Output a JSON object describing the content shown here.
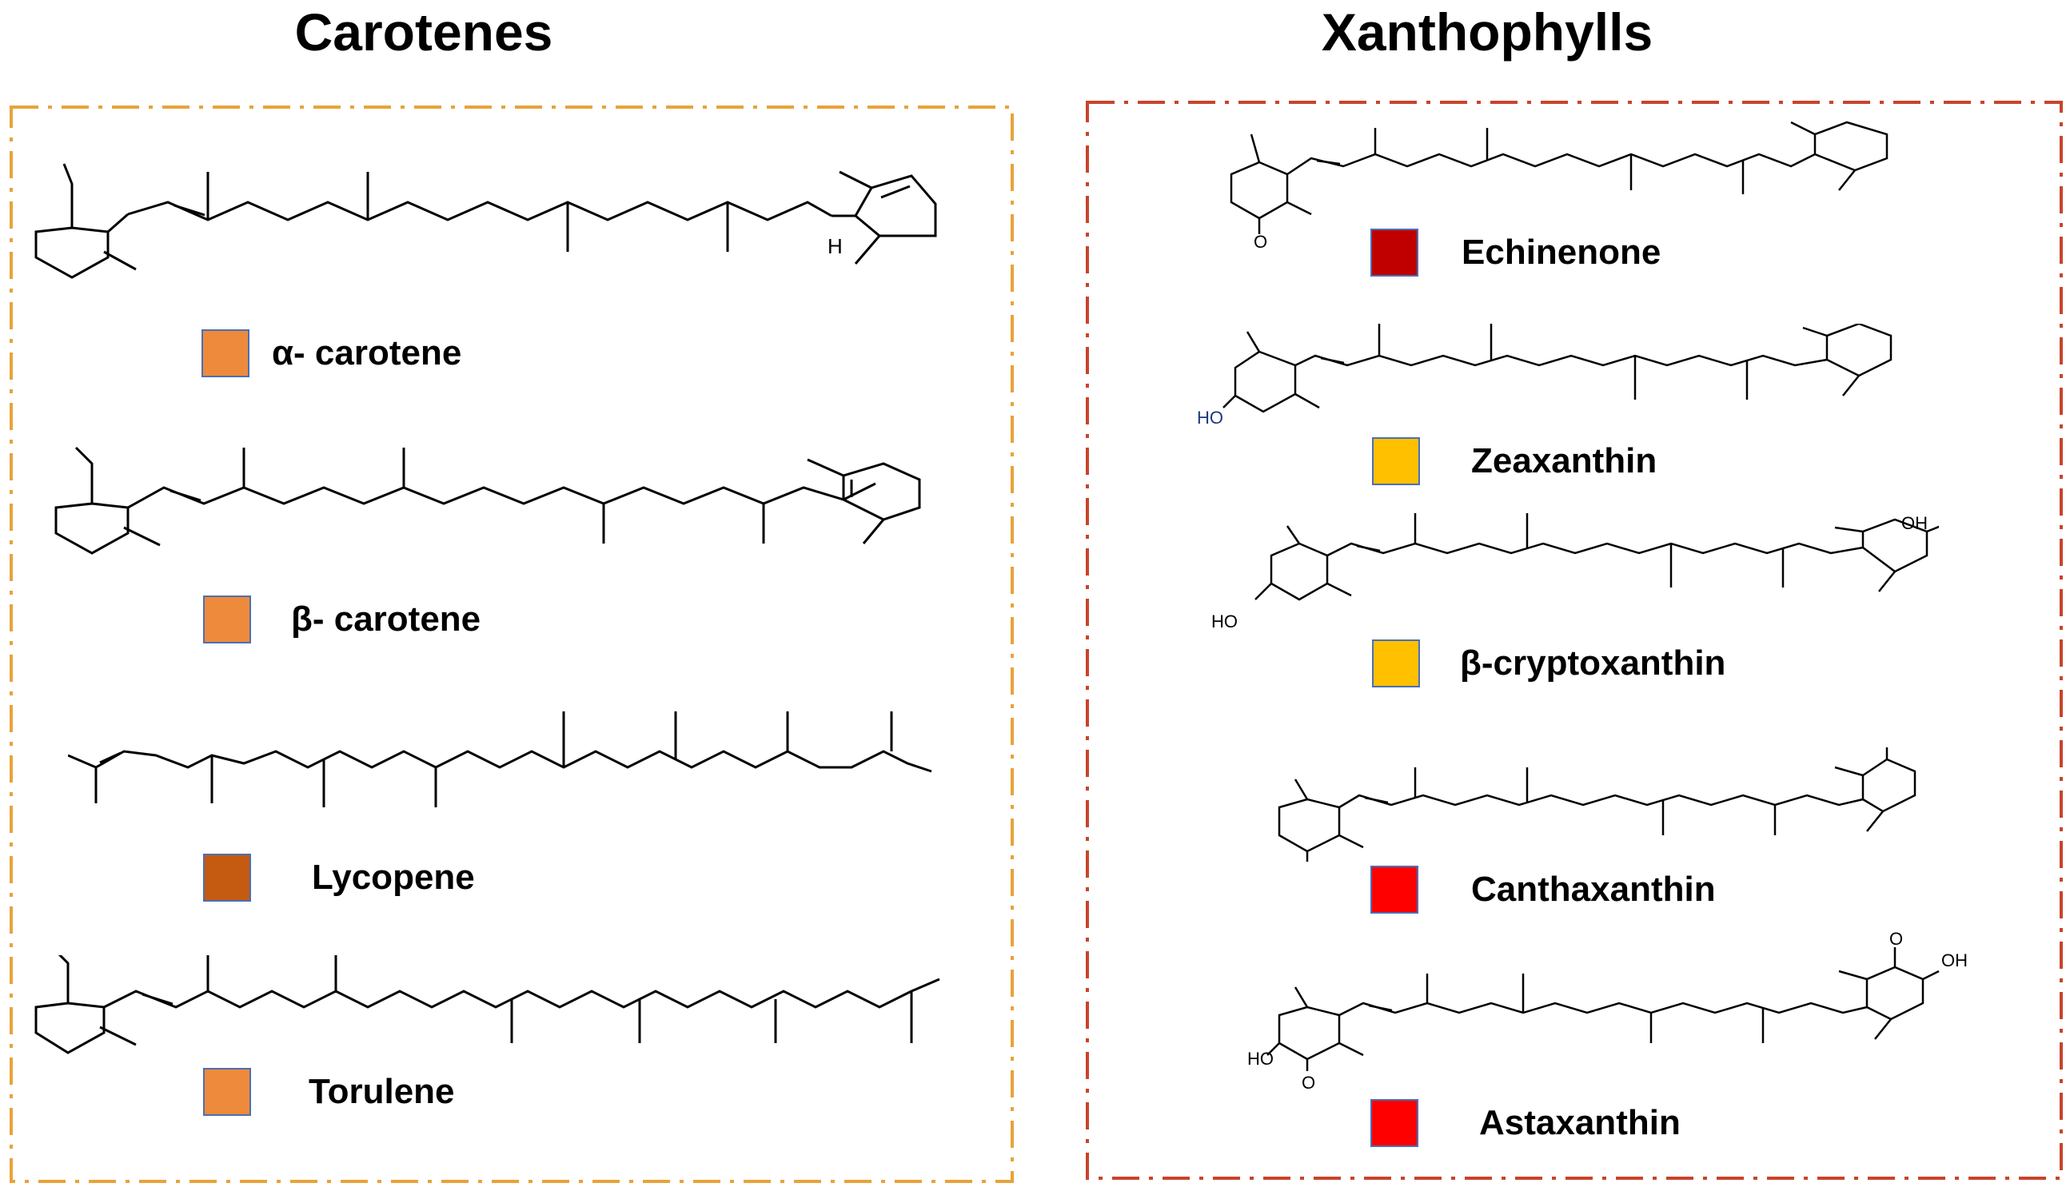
{
  "colors": {
    "carotenes_border": "#E8A33A",
    "xanthophylls_border": "#C8442A",
    "swatch_outline": "#4A6FB5"
  },
  "carotenes": {
    "title": "Carotenes",
    "items": [
      {
        "label": "α- carotene",
        "swatch": "#EE8A3C",
        "structure": "alpha-carotene-structure"
      },
      {
        "label": "β- carotene",
        "swatch": "#EE8A3C",
        "structure": "beta-carotene-structure"
      },
      {
        "label": "Lycopene",
        "swatch": "#C55A11",
        "structure": "lycopene-structure"
      },
      {
        "label": "Torulene",
        "swatch": "#EE8A3C",
        "structure": "torulene-structure"
      }
    ],
    "alpha_h_atom": "H"
  },
  "xanthophylls": {
    "title": "Xanthophylls",
    "items": [
      {
        "label": "Echinenone",
        "swatch": "#C00000",
        "structure": "echinenone-structure"
      },
      {
        "label": "Zeaxanthin",
        "swatch": "#FFC000",
        "structure": "zeaxanthin-structure"
      },
      {
        "label": "β-cryptoxanthin",
        "swatch": "#FFC000",
        "structure": "beta-cryptoxanthin-structure"
      },
      {
        "label": "Canthaxanthin",
        "swatch": "#FF0000",
        "structure": "canthaxanthin-structure"
      },
      {
        "label": "Astaxanthin",
        "swatch": "#FF0000",
        "structure": "astaxanthin-structure"
      }
    ],
    "atoms": {
      "oxygen": "O",
      "hydroxyl_left": "HO",
      "hydroxyl_right": "OH"
    }
  }
}
